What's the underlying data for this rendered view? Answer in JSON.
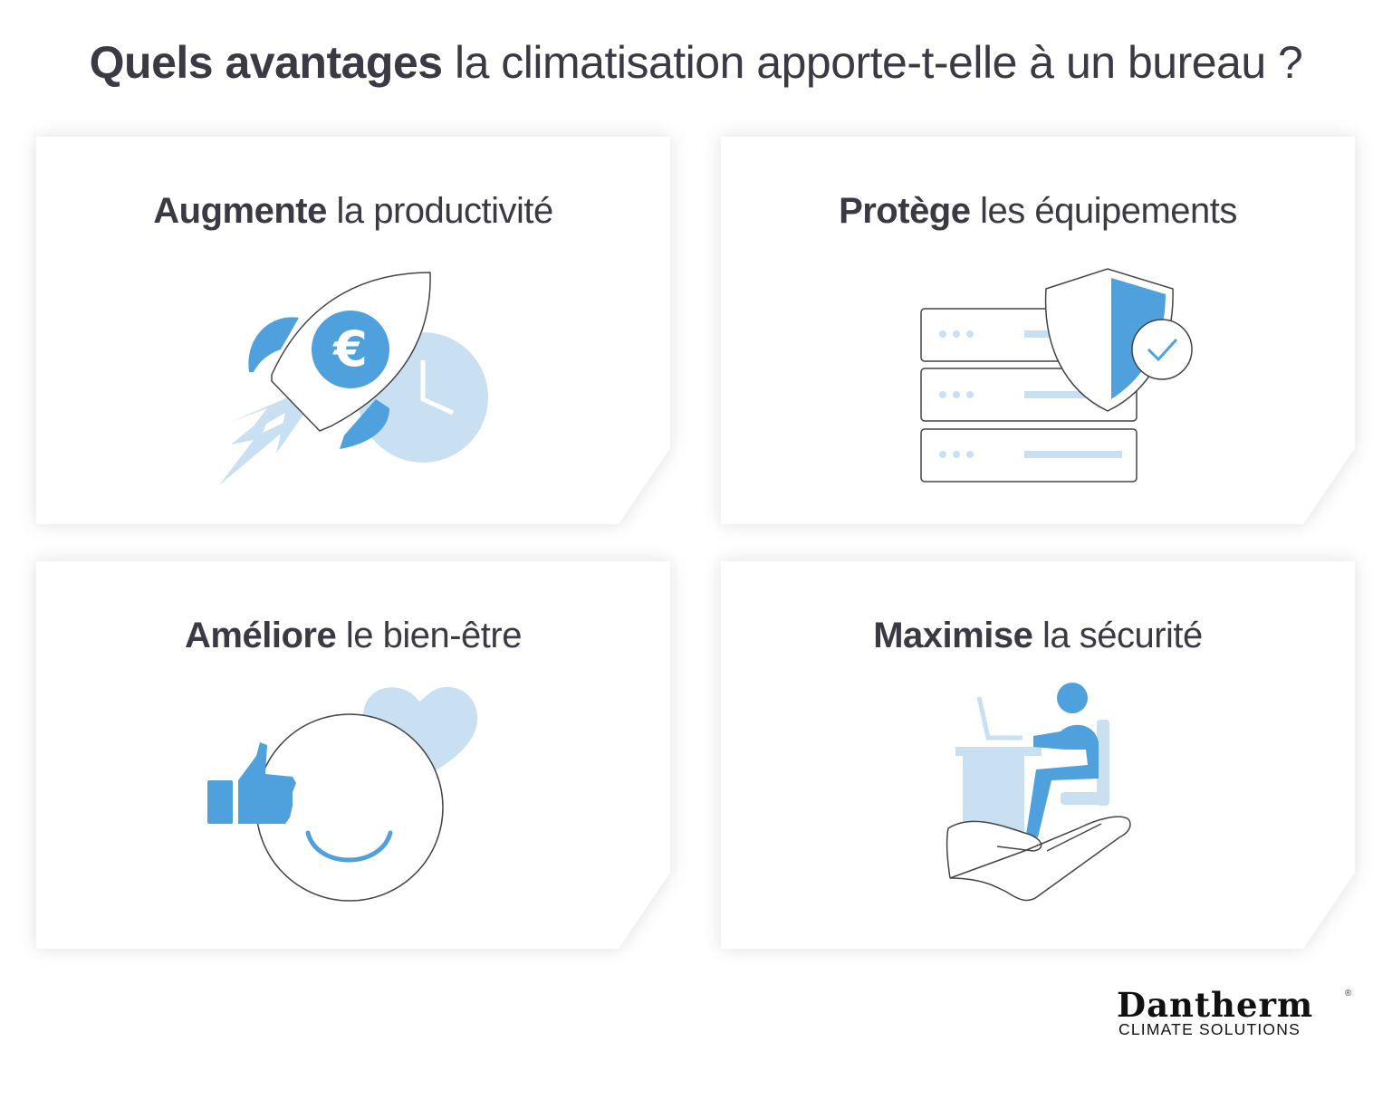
{
  "title": {
    "bold": "Quels avantages",
    "rest": "la climatisation apporte-t-elle à un bureau ?"
  },
  "cards": [
    {
      "bold": "Augmente",
      "rest": "la productivité",
      "icon": "rocket-euro-clock-icon"
    },
    {
      "bold": "Protège",
      "rest": "les équipements",
      "icon": "server-shield-icon"
    },
    {
      "bold": "Améliore",
      "rest": "le bien-être",
      "icon": "smiley-thumbs-up-heart-icon"
    },
    {
      "bold": "Maximise",
      "rest": "la sécurité",
      "icon": "hand-person-desk-icon"
    }
  ],
  "logo": {
    "brand": "Dantherm",
    "registered": "®",
    "tagline": "CLIMATE SOLUTIONS"
  },
  "colors": {
    "blue": "#4ea1dc",
    "light_blue": "#c9e0f3",
    "text": "#3b3a44"
  }
}
